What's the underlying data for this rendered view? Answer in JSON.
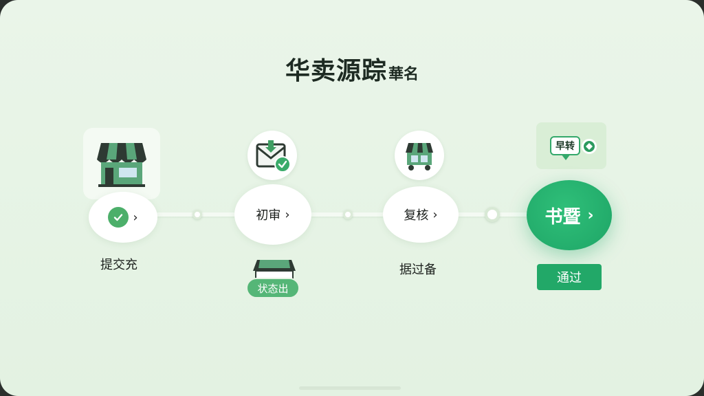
{
  "header": {
    "title_main": "华卖源踪",
    "title_sub": "華名"
  },
  "steps": [
    {
      "label": "提交充"
    },
    {
      "oval_text": "初审",
      "status_pill": "状态出"
    },
    {
      "oval_text": "复核",
      "label": "据过备"
    },
    {
      "oval_text": "书暨",
      "button": "通过",
      "bubble_text": "早转"
    }
  ],
  "colors": {
    "accent": "#1ea566",
    "success": "#4caf6a",
    "background": "#e6f4e5",
    "awning_dark": "#2e3a33",
    "awning_green": "#5aa67a"
  },
  "icons": {
    "step1": "storefront-icon",
    "step2": "inbox-check-icon",
    "step3": "shop-cart-icon",
    "step4": "speech-bubble-icon"
  }
}
